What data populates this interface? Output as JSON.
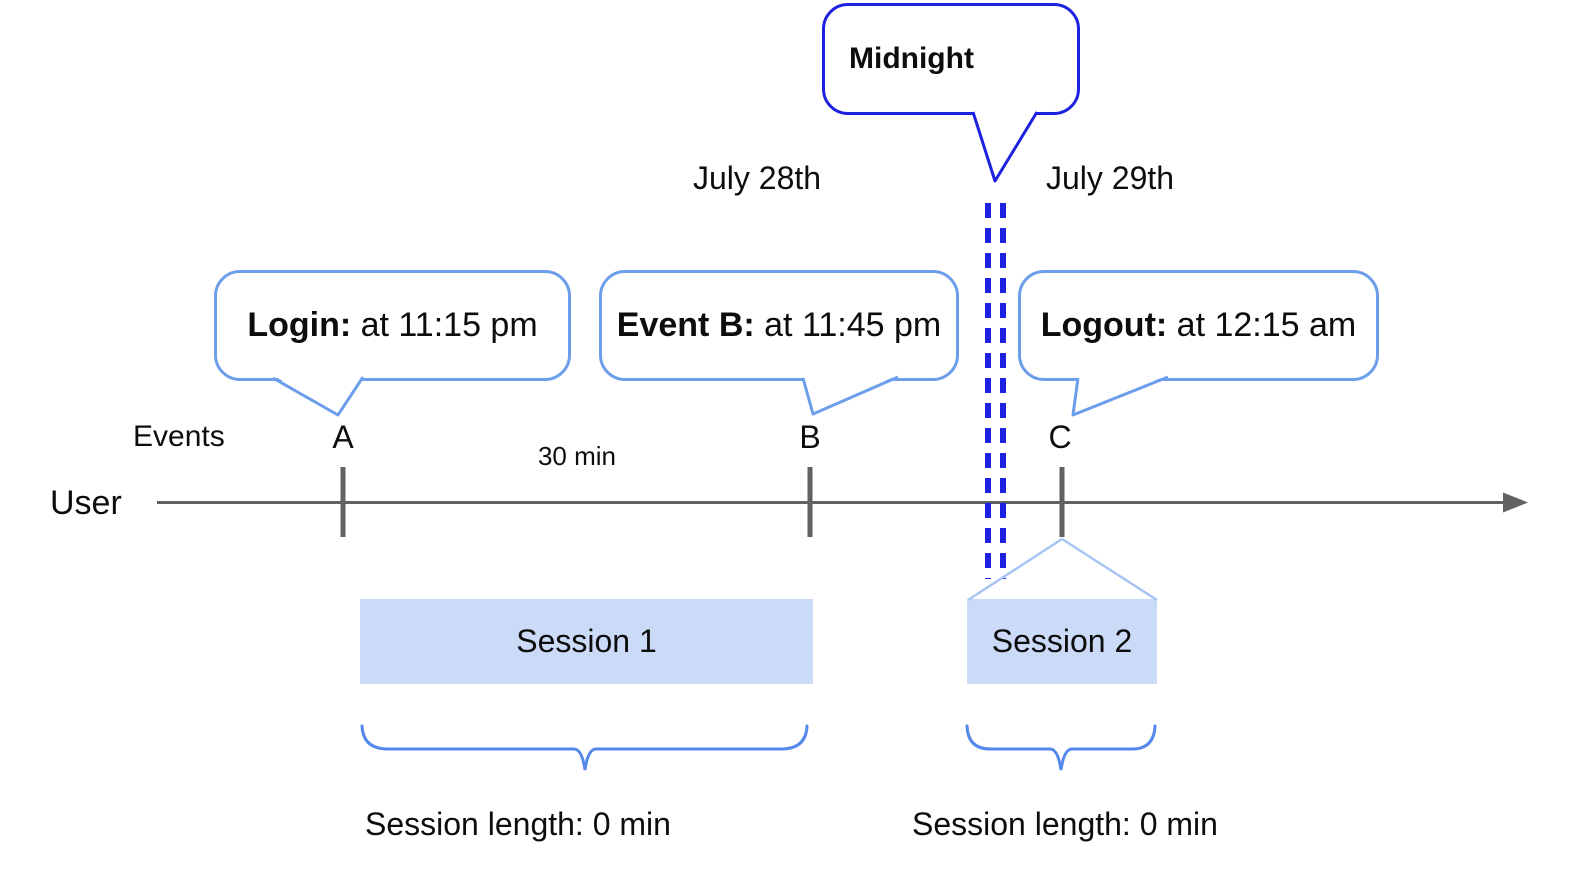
{
  "dates": {
    "left": "July 28th",
    "right": "July 29th"
  },
  "midnight_callout": {
    "label": "Midnight"
  },
  "callouts": {
    "login": {
      "bold": "Login:",
      "text": " at 11:15 pm"
    },
    "event_b": {
      "bold": "Event B:",
      "text": " at 11:45 pm"
    },
    "logout": {
      "bold": "Logout:",
      "text": " at 12:15 am"
    }
  },
  "axis": {
    "events_label": "Events",
    "user_label": "User",
    "markers": [
      "A",
      "B",
      "C"
    ],
    "interval_label": "30 min"
  },
  "sessions": [
    {
      "label": "Session 1",
      "length_label": "Session length: 0 min"
    },
    {
      "label": "Session 2",
      "length_label": "Session length: 0 min"
    }
  ],
  "colors": {
    "background": "#ffffff",
    "text_black": "#0d0d0d",
    "midnight_blue": "#1e22e0",
    "callout_blue": "#6d9eeb",
    "brace_blue": "#5488ea",
    "funnel_blue": "#a8c4f4",
    "session_fill": "#cbdaf7",
    "axis_gray": "#626262"
  }
}
